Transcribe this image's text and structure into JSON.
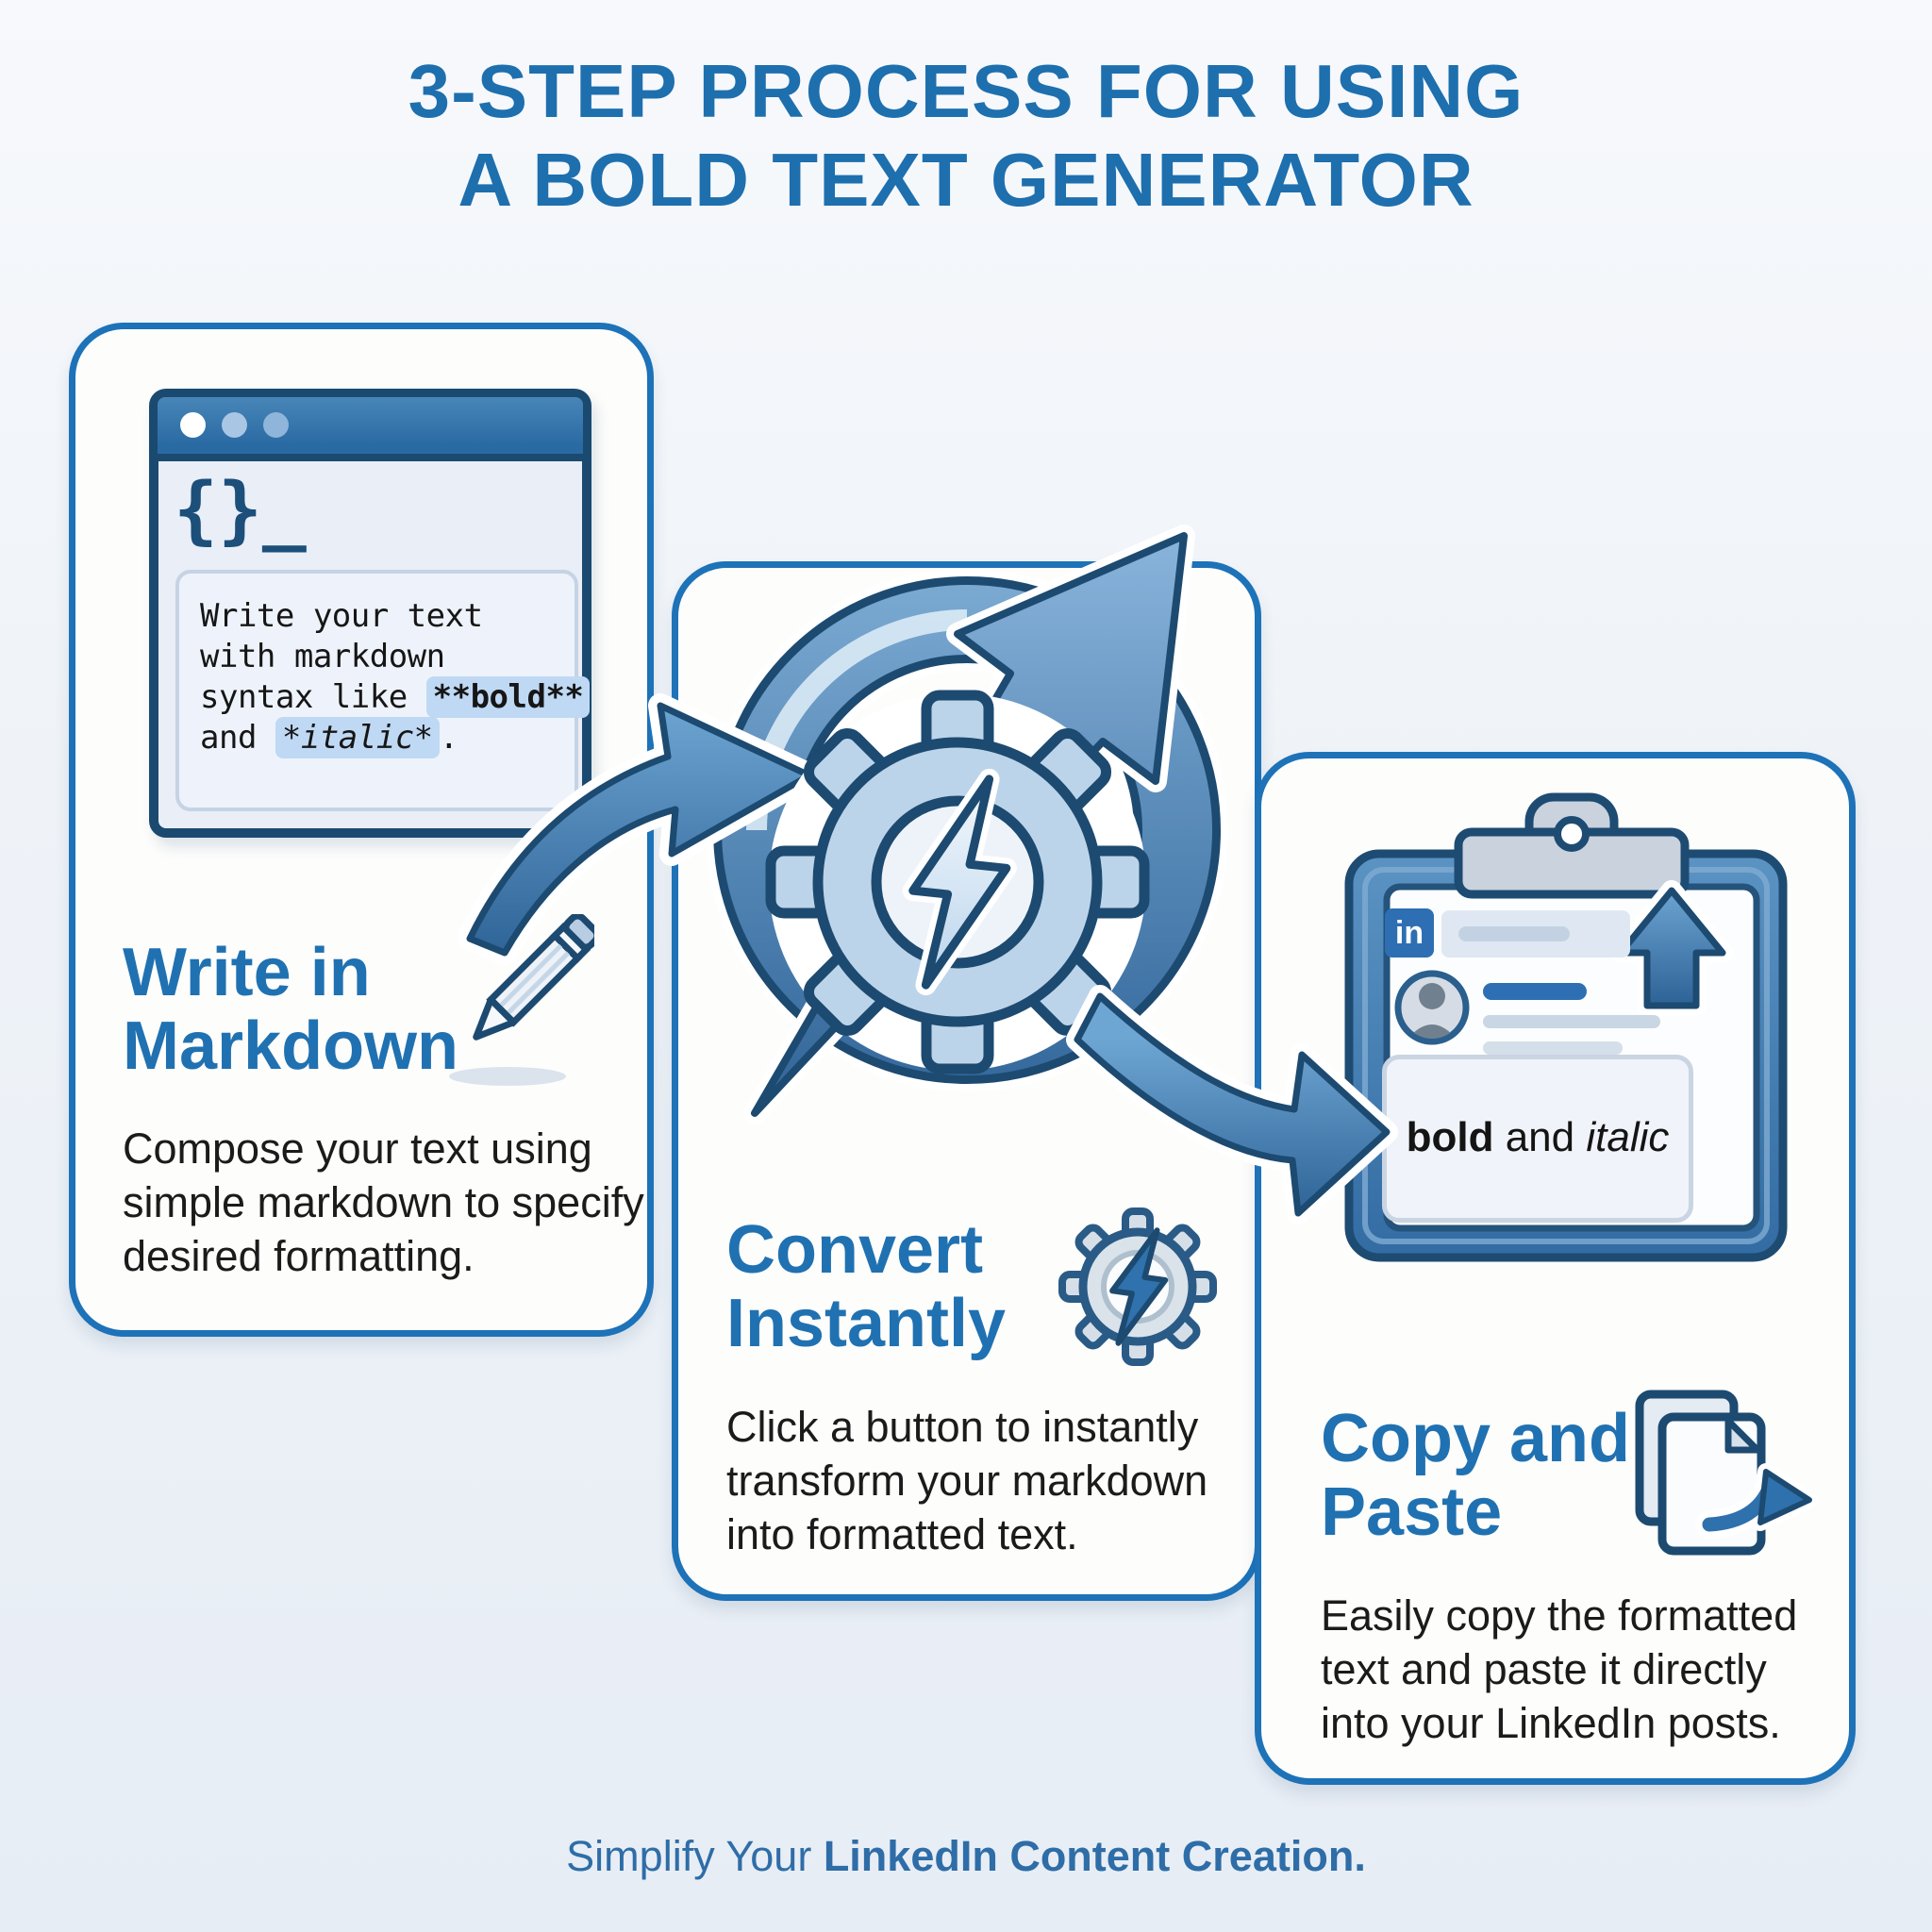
{
  "title": {
    "text": "3-STEP PROCESS FOR USING\nA BOLD TEXT GENERATOR"
  },
  "colors": {
    "accent_blue": "#1e6fae",
    "card_border_blue": "#1d72b8",
    "heading_blue": "#2071b1",
    "navy_outline": "#1d4a70",
    "body_text": "#1b1b1b",
    "highlight_blue": "#bfd9f4",
    "linkedin_blue": "#2d6fb2",
    "page_background": "#eff3f8",
    "card_background": "#fdfdfc"
  },
  "steps": [
    {
      "heading": "Write in\nMarkdown",
      "description": "Compose your text using\nsimple markdown to specify\ndesired formatting.",
      "icon": "pencil-icon",
      "editor": {
        "symbol": "{}_",
        "code": {
          "line1": "Write your text",
          "line2": "with markdown",
          "line3_prefix": "syntax like ",
          "line3_highlight": "**bold**",
          "line4_prefix": "and ",
          "line4_highlight": "*italic*",
          "line4_suffix": "."
        }
      }
    },
    {
      "heading": "Convert\nInstantly",
      "description": "Click a button to instantly\ntransform your markdown\ninto formatted text.",
      "icon": "gear-lightning-icon"
    },
    {
      "heading": "Copy and\nPaste",
      "description": "Easily copy the formatted\ntext and paste it directly\ninto your LinkedIn posts.",
      "icon": "copy-pages-icon",
      "clipboard": {
        "linkedin_badge": "in",
        "preview": {
          "bold": "bold",
          "middle": " and ",
          "italic": "italic"
        }
      }
    }
  ],
  "footer": {
    "normal": "Simplify Your ",
    "bold": "LinkedIn Content Creation."
  }
}
